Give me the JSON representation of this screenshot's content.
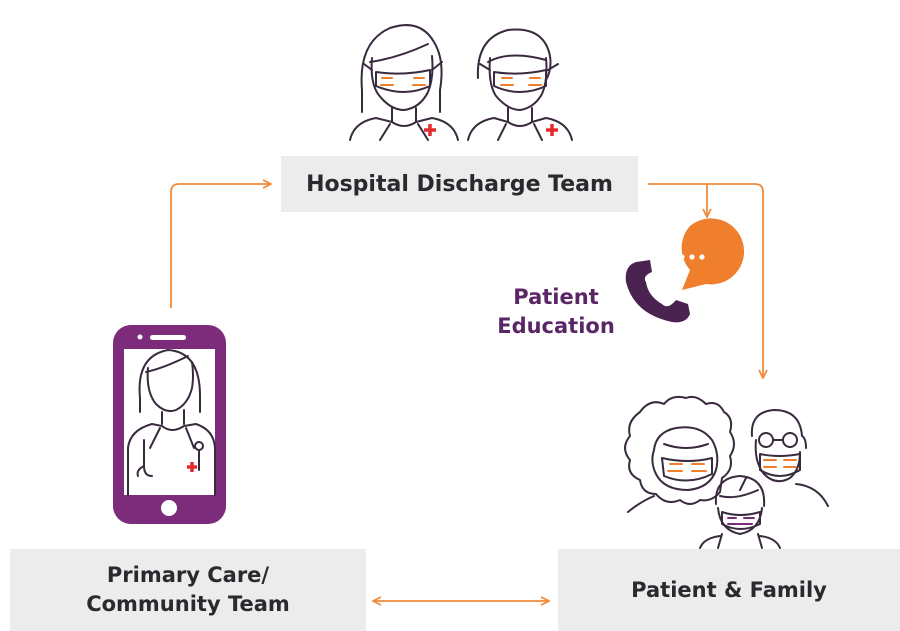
{
  "nodes": {
    "hospital": "Hospital Discharge Team",
    "primary_care": "Primary Care/\nCommunity Team",
    "patient_family": "Patient & Family"
  },
  "annotation": "Patient\nEducation",
  "icons": {
    "hospital": "doctor-nurse-masked-icons",
    "phone": "smartphone-doctor-icon",
    "chat": "chat-bubble-icon",
    "call": "phone-handset-icon",
    "family": "masked-family-icon"
  },
  "colors": {
    "arrow": "#f08b3c",
    "accent_orange": "#f07f2d",
    "accent_purple": "#7d2c7b",
    "text_purple": "#5b2665",
    "line_dark": "#3a2a3e",
    "cross_red": "#e52a2f",
    "box_bg": "#ececed"
  }
}
